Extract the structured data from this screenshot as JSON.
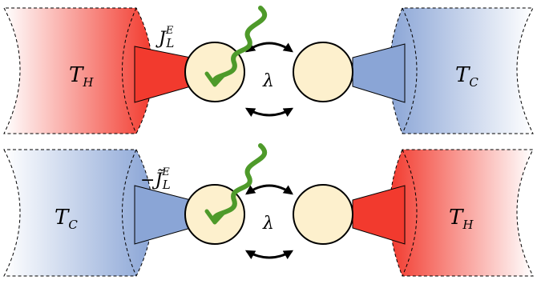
{
  "colors": {
    "hot": "#f23a2e",
    "cold": "#8aa5d6",
    "dot": "#fdf0cd",
    "photon": "#4e9a2a",
    "outline": "#000000"
  },
  "top_panel": {
    "left_reservoir": {
      "main": "T",
      "sub": "H"
    },
    "right_reservoir": {
      "main": "T",
      "sub": "C"
    },
    "current": {
      "prefix": "",
      "main": "J",
      "sub": "L",
      "sup": "E"
    },
    "coupling": "λ"
  },
  "bottom_panel": {
    "left_reservoir": {
      "main": "T",
      "sub": "C"
    },
    "right_reservoir": {
      "main": "T",
      "sub": "H"
    },
    "current": {
      "prefix": "−",
      "main": "J̃",
      "sub": "L",
      "sup": "E"
    },
    "coupling": "λ"
  }
}
